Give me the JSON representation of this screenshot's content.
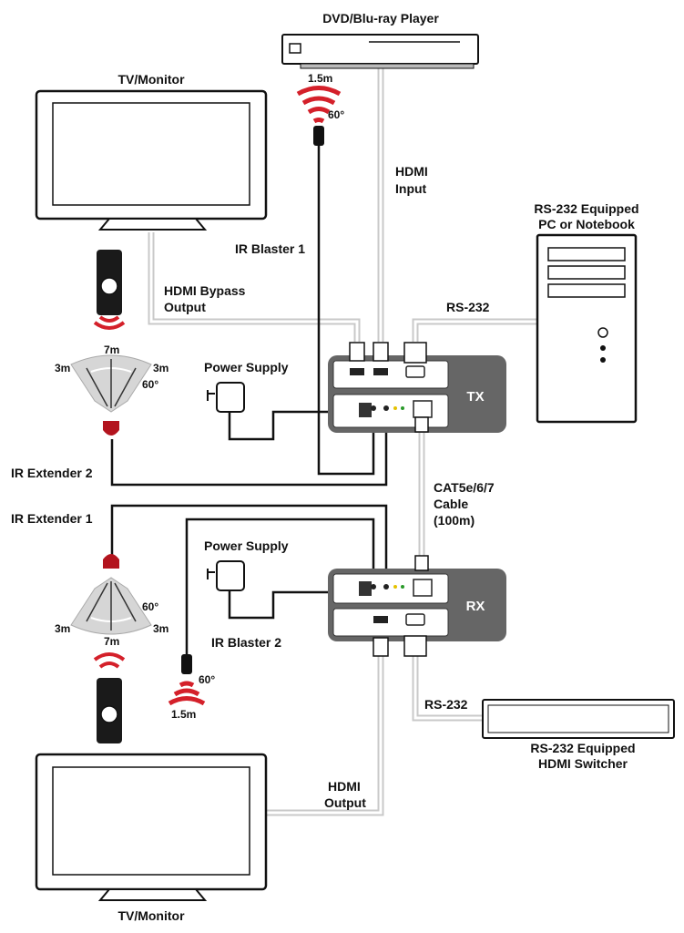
{
  "devices": {
    "dvd_player": "DVD/Blu-ray Player",
    "tv_top": "TV/Monitor",
    "tv_bottom": "TV/Monitor",
    "pc_line1": "RS-232 Equipped",
    "pc_line2": "PC or Notebook",
    "switcher_line1": "RS-232 Equipped",
    "switcher_line2": "HDMI Switcher",
    "tx": "TX",
    "rx": "RX"
  },
  "labels": {
    "hdmi_input_1": "HDMI",
    "hdmi_input_2": "Input",
    "hdmi_bypass_1": "HDMI Bypass",
    "hdmi_bypass_2": "Output",
    "ir_blaster_1": "IR Blaster 1",
    "ir_blaster_2": "IR Blaster 2",
    "ir_extender_1": "IR Extender 1",
    "ir_extender_2": "IR Extender 2",
    "power_supply_tx": "Power Supply",
    "power_supply_rx": "Power Supply",
    "rs232_tx": "RS-232",
    "rs232_rx": "RS-232",
    "cat_1": "CAT5e/6/7",
    "cat_2": "Cable",
    "cat_3": "(100m)",
    "hdmi_output_1": "HDMI",
    "hdmi_output_2": "Output"
  },
  "ir_ranges": {
    "blaster_top_distance": "1.5m",
    "blaster_top_angle": "60°",
    "blaster_bottom_distance": "1.5m",
    "blaster_bottom_angle": "60°",
    "ext2_left": "3m",
    "ext2_center": "7m",
    "ext2_right": "3m",
    "ext2_angle": "60°",
    "ext1_left": "3m",
    "ext1_center": "7m",
    "ext1_right": "3m",
    "ext1_angle": "60°"
  },
  "colors": {
    "unit_body": "#666666",
    "cable": "#c9c9c9",
    "ir_signal": "#d4202a"
  }
}
